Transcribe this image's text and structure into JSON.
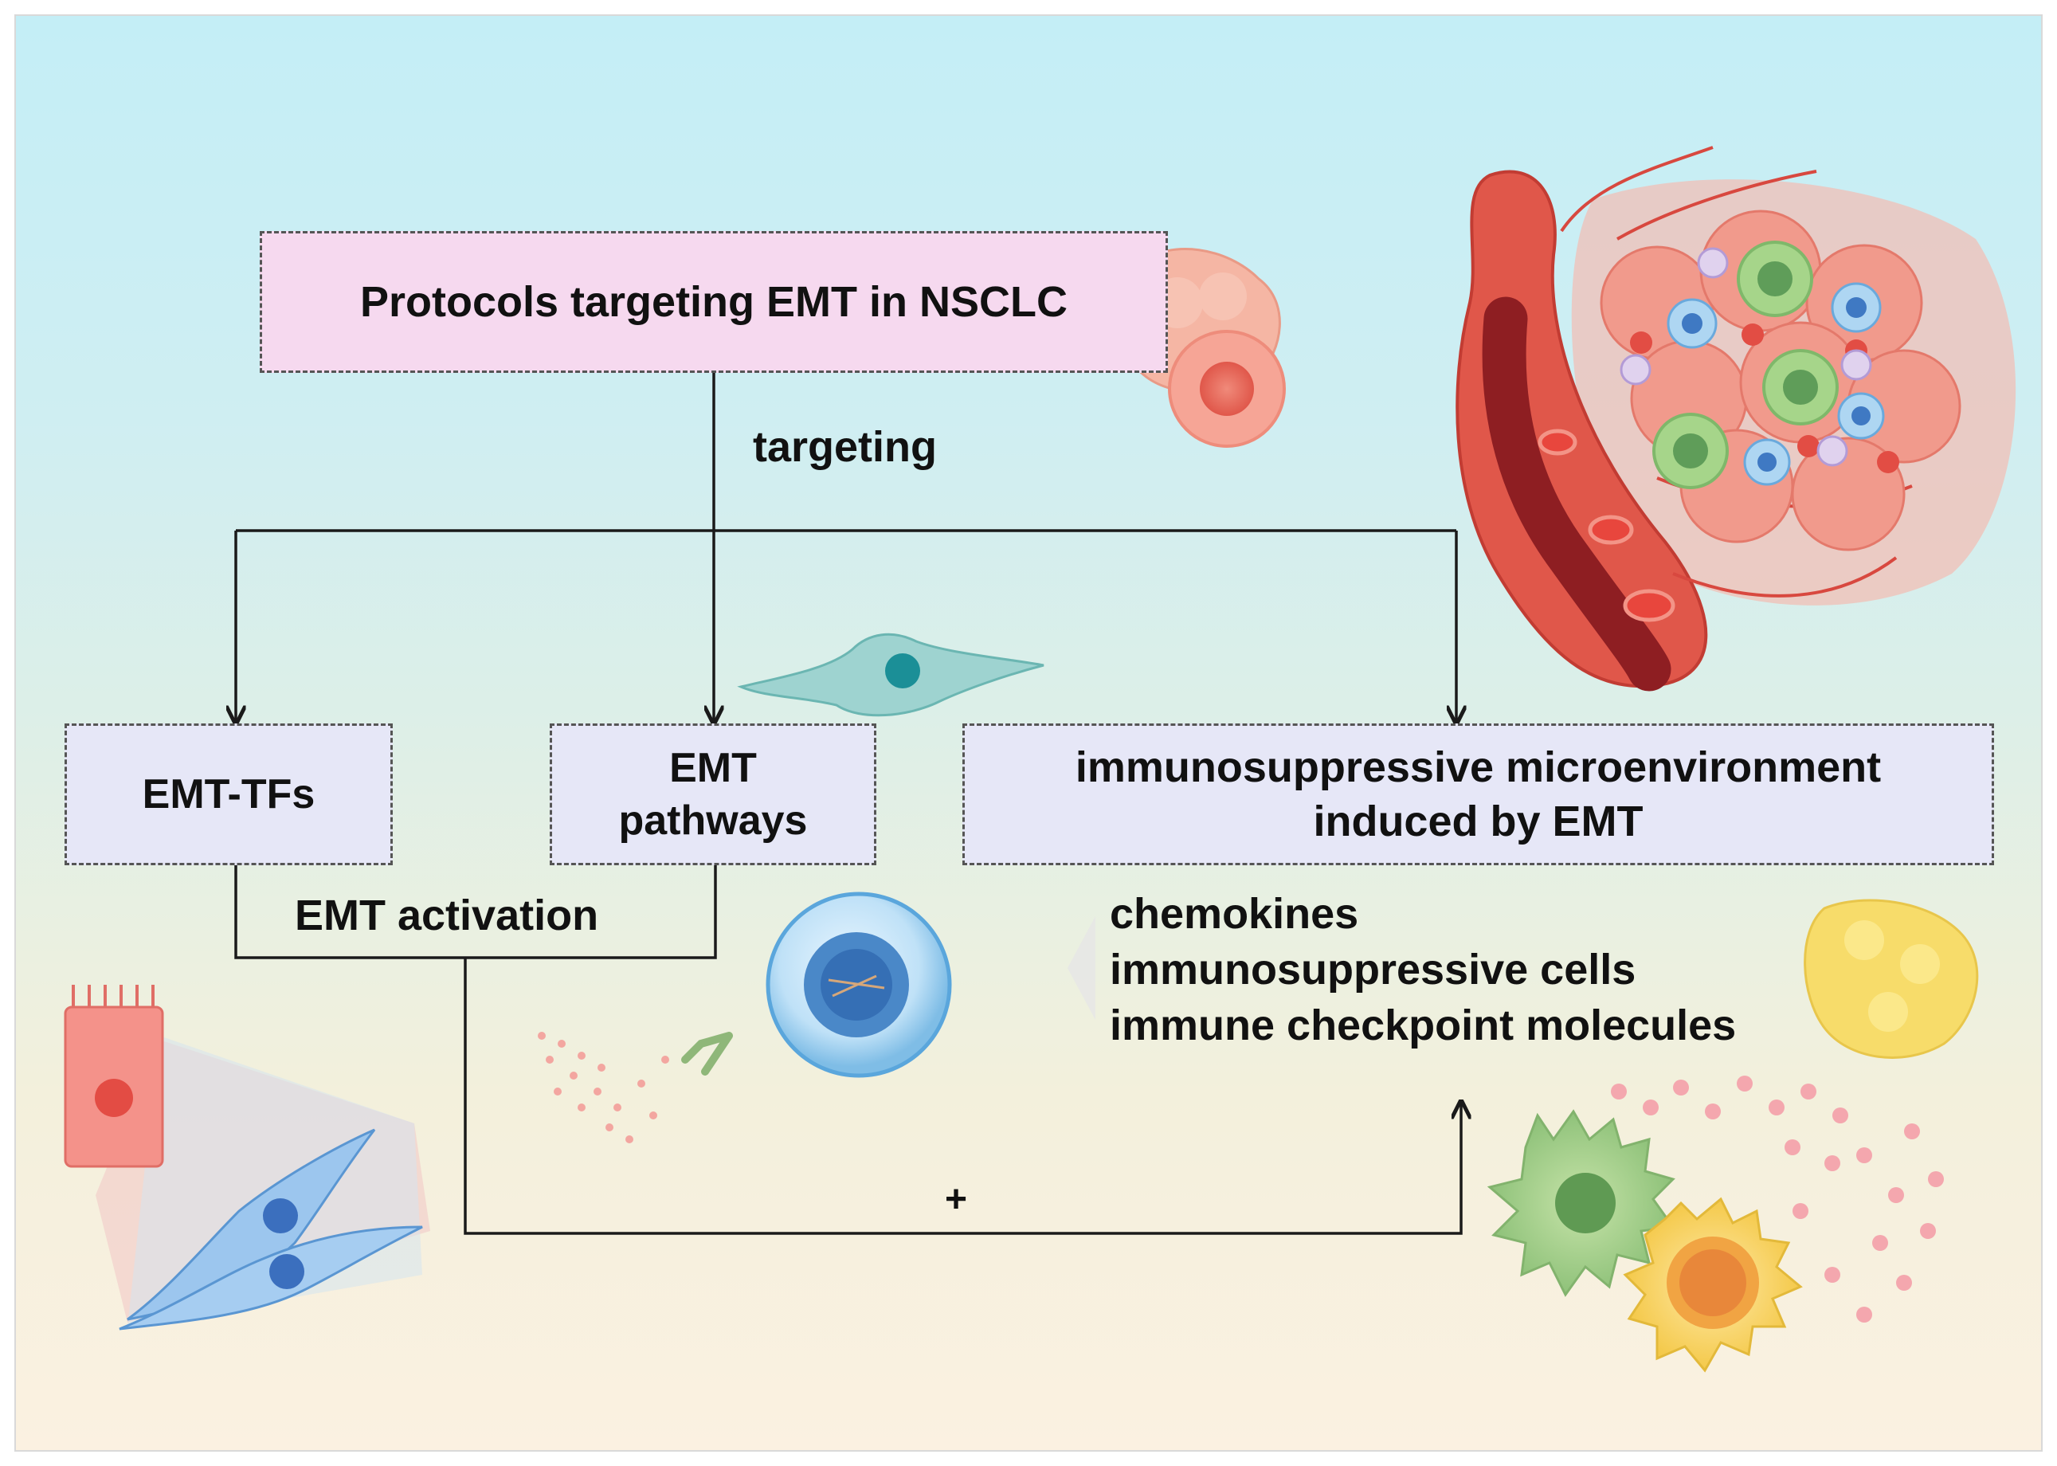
{
  "diagram": {
    "top_box": "Protocols targeting EMT in NSCLC",
    "edge_label_targeting": "targeting",
    "box_emt_tfs": "EMT-TFs",
    "box_emt_pathways_line1": "EMT",
    "box_emt_pathways_line2": "pathways",
    "box_immuno_line1": "immunosuppressive microenvironment",
    "box_immuno_line2": "induced by EMT",
    "edge_label_activation": "EMT activation",
    "edge_label_plus": "+",
    "features": [
      "chemokines",
      "immunosuppressive cells",
      "immune checkpoint molecules"
    ]
  },
  "illustrations": [
    "tumor-cell-cluster-icon",
    "blood-vessel-tumor-icon",
    "mesenchymal-cell-icon",
    "t-cell-icon",
    "emt-transition-icon",
    "immune-cells-icon",
    "yellow-cell-cluster-icon"
  ],
  "colors": {
    "top_box": "#f6d9ef",
    "boxes": "#e6e7f7",
    "lines": "#1a1a1a"
  }
}
